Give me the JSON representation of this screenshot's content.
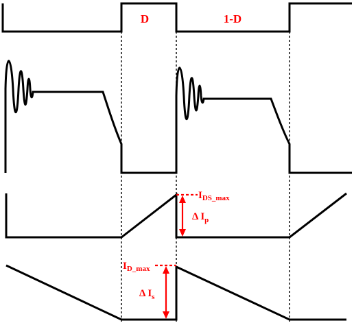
{
  "colors": {
    "wave": "#000000",
    "annotation": "#ff0000"
  },
  "labels": {
    "duty_on": "D",
    "duty_off": "1-D",
    "ids_max": {
      "main": "I",
      "sub": "DS_max"
    },
    "delta_ip": {
      "prefix": "Δ I",
      "sub": "p"
    },
    "id_max": {
      "main": "I",
      "sub": "D_max"
    },
    "delta_is": {
      "prefix": "Δ I",
      "sub": "s"
    }
  }
}
